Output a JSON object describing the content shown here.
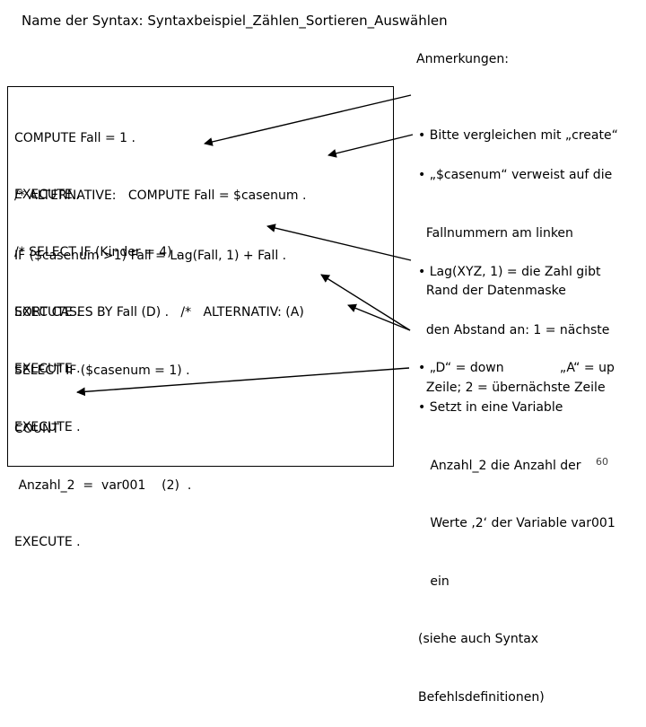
{
  "title": "Name der Syntax: Syntaxbeispiel_Zählen_Sortieren_Auswählen",
  "notes_header": "Anmerkungen:",
  "code_blocks": [
    [
      "COMPUTE Fall = 1 .",
      "EXECUTE ."
    ],
    [
      "/* ALTERNATIVE:   COMPUTE Fall = $casenum .",
      "/* SELECT IF (Kinder = 4) ."
    ],
    [
      "IF ($casenum >1) Fall = Lag(Fall, 1) + Fall .",
      "EXECUTE ."
    ],
    [
      "SORT CASES BY Fall (D) .   /*   ALTERNATIV: (A)",
      "EXECUTE ."
    ],
    [
      "SELECT IF ($casenum = 1) .",
      "EXECUTE ."
    ],
    [
      "COUNT",
      " Anzahl_2  =  var001    (2)  .",
      "EXECUTE ."
    ]
  ],
  "notes": [
    [
      "• Bitte vergleichen mit „create“"
    ],
    [
      "• „$casenum“ verweist auf die",
      "  Fallnummern am linken",
      "  Rand der Datenmaske"
    ],
    [
      "• Lag(XYZ, 1) = die Zahl gibt",
      "  den Abstand an: 1 = nächste",
      "  Zeile; 2 = übernächste Zeile"
    ],
    [
      "• „D“ = down              „A“ = up"
    ],
    [
      "• Setzt in eine Variable",
      "   Anzahl_2 die Anzahl der",
      "   Werte ‚2‘ der Variable var001",
      "   ein",
      "(siehe auch Syntax",
      "Befehlsdefinitionen)"
    ]
  ],
  "page_number": "60"
}
